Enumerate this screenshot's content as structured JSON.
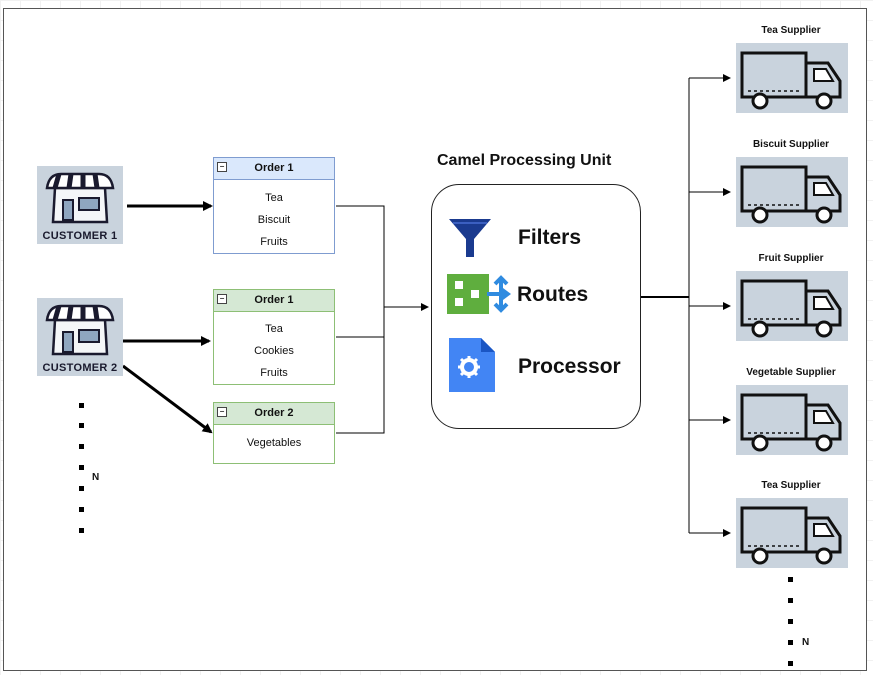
{
  "customers": [
    {
      "label": "CUSTOMER 1"
    },
    {
      "label": "CUSTOMER 2"
    }
  ],
  "customer_ellipsis_label": "N",
  "orders": [
    {
      "title": "Order 1",
      "items": [
        "Tea",
        "Biscuit",
        "Fruits"
      ],
      "color": "#dae8fc"
    },
    {
      "title": "Order 1",
      "items": [
        "Tea",
        "Cookies",
        "Fruits"
      ],
      "color": "#d5e8d4"
    },
    {
      "title": "Order 2",
      "items": [
        "Vegetables"
      ],
      "color": "#d5e8d4"
    }
  ],
  "processing_unit": {
    "title": "Camel Processing Unit",
    "features": [
      {
        "label": "Filters",
        "icon": "funnel-icon"
      },
      {
        "label": "Routes",
        "icon": "routes-icon"
      },
      {
        "label": "Processor",
        "icon": "processor-gear-icon"
      }
    ]
  },
  "suppliers": [
    {
      "label": "Tea Supplier"
    },
    {
      "label": "Biscuit Supplier"
    },
    {
      "label": "Fruit Supplier"
    },
    {
      "label": "Vegetable Supplier"
    },
    {
      "label": "Tea Supplier"
    }
  ],
  "supplier_ellipsis_label": "N",
  "colors": {
    "icon_bg": "#c9d3dd",
    "filter_blue": "#1a3a8f",
    "routes_green": "#5fae3e",
    "routes_blue": "#2f8be0",
    "processor_blue": "#4285f4"
  }
}
